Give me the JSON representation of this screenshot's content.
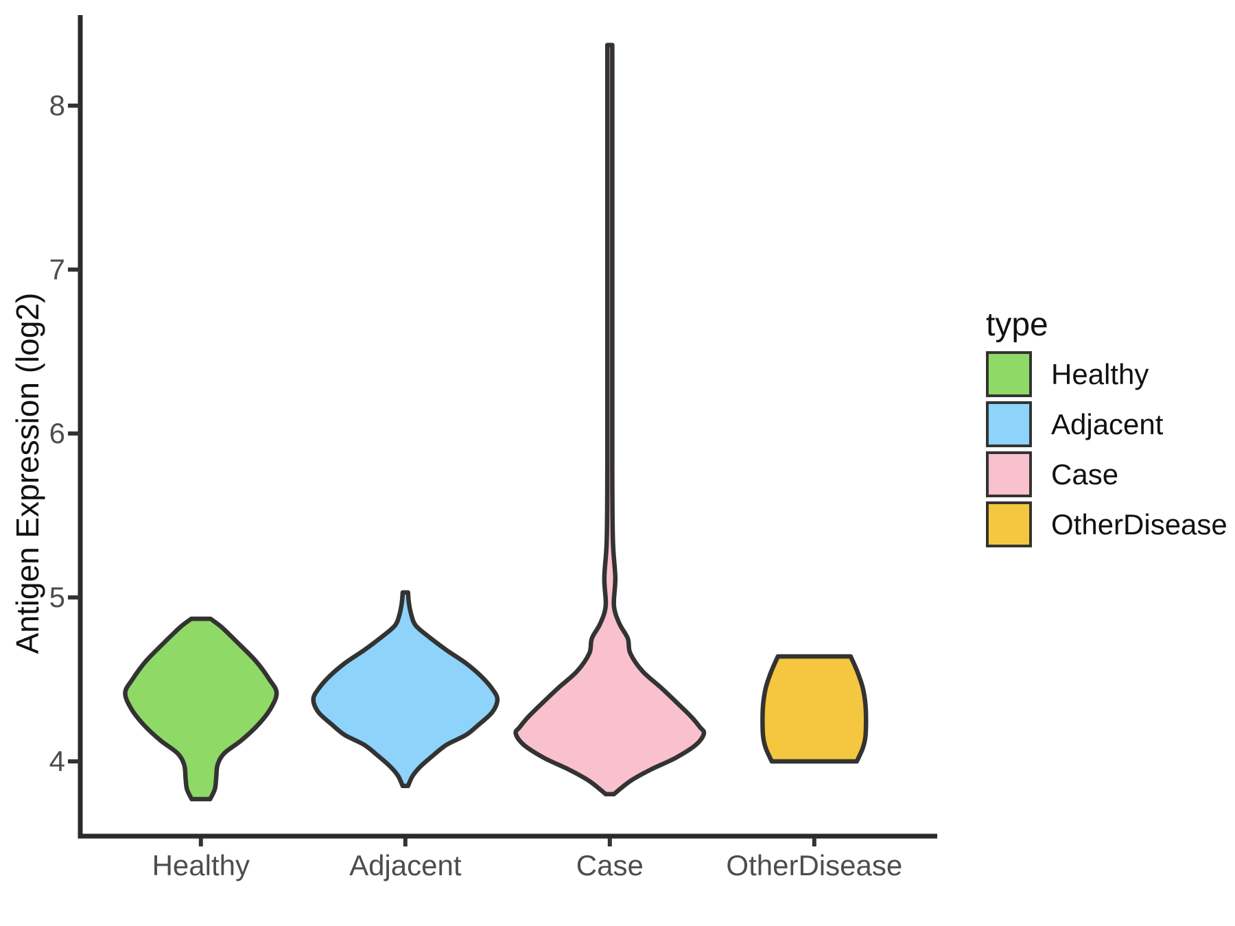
{
  "page": {
    "background": "#FFFFFF"
  },
  "chart_data": {
    "type": "violin",
    "title": "",
    "xlabel": "",
    "ylabel": "Antigen Expression (log2)",
    "categories": [
      "Healthy",
      "Adjacent",
      "Case",
      "OtherDisease"
    ],
    "yticks": [
      "4",
      "5",
      "6",
      "7",
      "8"
    ],
    "ytick_values": [
      4,
      5,
      6,
      7,
      8
    ],
    "ylim": [
      3.53,
      8.55
    ],
    "grid": false,
    "legend": {
      "title": "type",
      "position": "right",
      "items": [
        {
          "label": "Healthy",
          "color": "#8FDA66"
        },
        {
          "label": "Adjacent",
          "color": "#8ED3FA"
        },
        {
          "label": "Case",
          "color": "#F8C1CD"
        },
        {
          "label": "OtherDisease",
          "color": "#F5C63F"
        }
      ]
    },
    "style": {
      "outline_color": "#333333",
      "outline_width": 6.5,
      "axis_color": "#2B2B2B",
      "tick_color": "#333333",
      "tick_label_color": "#4D4D4D"
    },
    "series": [
      {
        "name": "Healthy",
        "color": "#8FDA66",
        "summary": {
          "min": 3.77,
          "max": 4.87,
          "widest_at": 4.42
        },
        "profile": [
          [
            4.87,
            0.047
          ],
          [
            4.82,
            0.1
          ],
          [
            4.73,
            0.175
          ],
          [
            4.61,
            0.27
          ],
          [
            4.5,
            0.335
          ],
          [
            4.42,
            0.37
          ],
          [
            4.33,
            0.345
          ],
          [
            4.23,
            0.285
          ],
          [
            4.13,
            0.2
          ],
          [
            4.05,
            0.115
          ],
          [
            3.98,
            0.082
          ],
          [
            3.9,
            0.075
          ],
          [
            3.83,
            0.068
          ],
          [
            3.77,
            0.045
          ]
        ]
      },
      {
        "name": "Adjacent",
        "color": "#8ED3FA",
        "summary": {
          "min": 3.85,
          "max": 5.03,
          "widest_at": 4.38
        },
        "profile": [
          [
            5.03,
            0.013
          ],
          [
            4.97,
            0.017
          ],
          [
            4.9,
            0.028
          ],
          [
            4.83,
            0.05
          ],
          [
            4.76,
            0.115
          ],
          [
            4.68,
            0.2
          ],
          [
            4.6,
            0.295
          ],
          [
            4.52,
            0.37
          ],
          [
            4.45,
            0.42
          ],
          [
            4.38,
            0.45
          ],
          [
            4.3,
            0.425
          ],
          [
            4.22,
            0.355
          ],
          [
            4.16,
            0.295
          ],
          [
            4.1,
            0.2
          ],
          [
            4.03,
            0.13
          ],
          [
            3.97,
            0.075
          ],
          [
            3.91,
            0.035
          ],
          [
            3.85,
            0.013
          ]
        ]
      },
      {
        "name": "Case",
        "color": "#F8C1CD",
        "summary": {
          "min": 3.8,
          "max": 8.37,
          "widest_at": 4.17
        },
        "profile": [
          [
            8.37,
            0.012
          ],
          [
            7.5,
            0.012
          ],
          [
            6.5,
            0.012
          ],
          [
            5.8,
            0.012
          ],
          [
            5.35,
            0.015
          ],
          [
            5.12,
            0.027
          ],
          [
            4.95,
            0.02
          ],
          [
            4.84,
            0.047
          ],
          [
            4.75,
            0.088
          ],
          [
            4.66,
            0.1
          ],
          [
            4.55,
            0.16
          ],
          [
            4.45,
            0.25
          ],
          [
            4.35,
            0.335
          ],
          [
            4.27,
            0.4
          ],
          [
            4.21,
            0.44
          ],
          [
            4.17,
            0.46
          ],
          [
            4.1,
            0.42
          ],
          [
            4.02,
            0.32
          ],
          [
            3.95,
            0.2
          ],
          [
            3.88,
            0.1
          ],
          [
            3.8,
            0.02
          ]
        ]
      },
      {
        "name": "OtherDisease",
        "color": "#F5C63F",
        "summary": {
          "min": 4.0,
          "max": 4.64,
          "widest_at": 4.25
        },
        "profile": [
          [
            4.64,
            0.178
          ],
          [
            4.55,
            0.21
          ],
          [
            4.45,
            0.237
          ],
          [
            4.35,
            0.25
          ],
          [
            4.25,
            0.253
          ],
          [
            4.15,
            0.25
          ],
          [
            4.08,
            0.237
          ],
          [
            4.0,
            0.208
          ]
        ]
      }
    ]
  }
}
